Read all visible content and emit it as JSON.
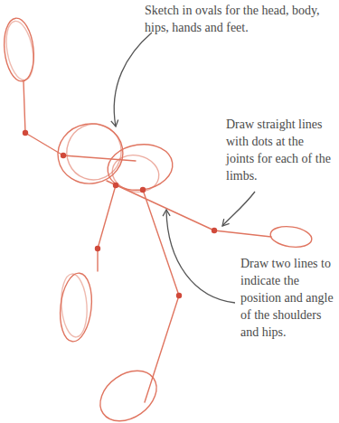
{
  "diagram": {
    "labels": [
      "Sketch in ovals for the head, body, hips, hands and feet.",
      "Draw straight lines with dots at the joints for each of the limbs.",
      "Draw two lines to indicate the position and angle of the shoulders and hips."
    ]
  }
}
